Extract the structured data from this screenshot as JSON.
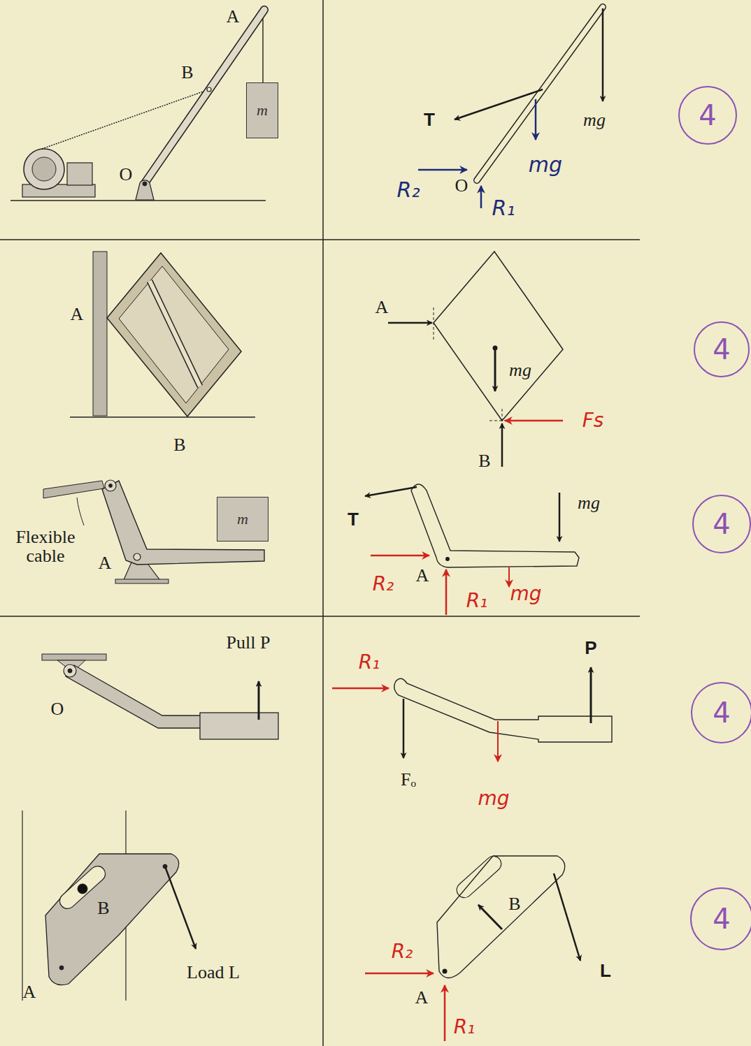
{
  "diagram": {
    "nodes": [
      {
        "text": [
          "m"
        ]
      },
      {
        "text": [
          "4"
        ]
      },
      {
        "text": [
          "4"
        ]
      },
      {
        "text": [
          "m"
        ]
      },
      {
        "text": [
          "4"
        ]
      },
      {
        "text": [
          "4"
        ]
      },
      {
        "text": [
          "4"
        ]
      }
    ],
    "labels": [
      "A",
      "B",
      "O",
      "T",
      "mg",
      "mg",
      "R₂",
      "O",
      "R₁",
      "A",
      "B",
      "A",
      "mg",
      "Fs",
      "B",
      "Flexible cable",
      "A",
      "T",
      "mg",
      "R₂",
      "A",
      "R₁",
      "mg",
      "Pull P",
      "O",
      "R₁",
      "P",
      "Fₒ",
      "mg",
      "B",
      "Load L",
      "A",
      "B",
      "L",
      "R₂",
      "A",
      "R₁"
    ]
  }
}
